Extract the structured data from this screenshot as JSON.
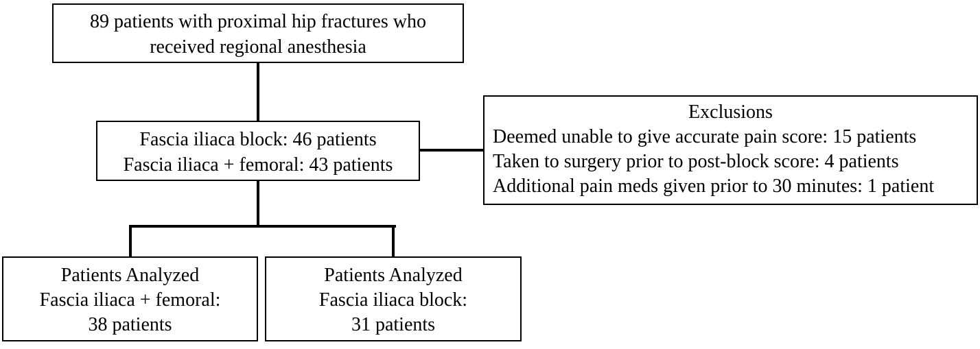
{
  "diagram": {
    "kind": "patient-flow-diagram",
    "colors": {
      "background": "#ffffff",
      "border": "#000000",
      "text": "#000000",
      "connector": "#000000"
    },
    "boxes": {
      "enrollment": {
        "lines": [
          "89 patients with proximal hip fractures who",
          "received regional anesthesia"
        ]
      },
      "allocation": {
        "lines": [
          "Fascia iliaca block: 46 patients",
          "Fascia iliaca + femoral: 43 patients"
        ]
      },
      "exclusions": {
        "title": "Exclusions",
        "lines": [
          "Deemed unable to give accurate pain score: 15 patients",
          "Taken to surgery prior to post-block score: 4 patients",
          "Additional pain meds given prior to 30 minutes: 1 patient"
        ]
      },
      "analyzed_femoral": {
        "lines": [
          "Patients Analyzed",
          "Fascia iliaca + femoral:",
          "38 patients"
        ]
      },
      "analyzed_block": {
        "lines": [
          "Patients Analyzed",
          "Fascia iliaca block:",
          "31 patients"
        ]
      }
    }
  }
}
